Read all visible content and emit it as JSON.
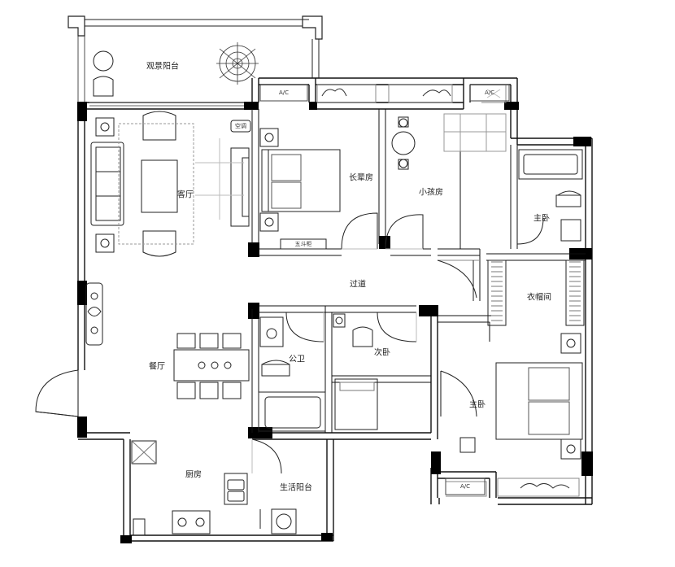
{
  "rooms": {
    "view_balcony": "观景阳台",
    "living_room": "客厅",
    "dining_room": "餐厅",
    "elder_room": "长辈房",
    "kids_room": "小孩房",
    "master_bath": "主卧",
    "closet": "衣帽间",
    "corridor": "过道",
    "public_bath": "公卫",
    "second_bedroom": "次卧",
    "master_bedroom": "主卧",
    "kitchen": "厨房",
    "service_balcony": "生活阳台"
  },
  "fixtures": {
    "ac_left": "A/C",
    "ac_right": "A/C",
    "ac_bottom": "A/C",
    "air_conditioner": "空调",
    "chest_of_drawers": "五斗柜"
  },
  "colors": {
    "wall": "#000000",
    "line": "#222222",
    "hatch": "#888888",
    "floor": "#ffffff"
  }
}
